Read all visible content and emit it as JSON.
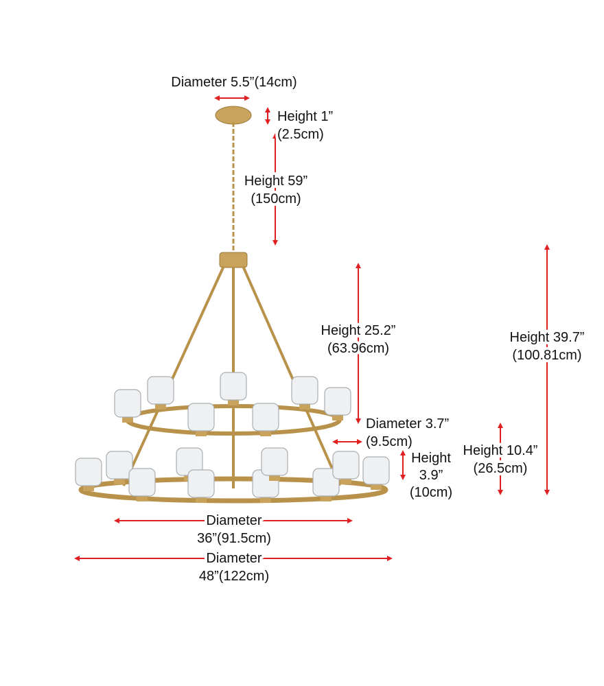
{
  "colors": {
    "arrow": "#e02020",
    "brass": "#b8924a",
    "text": "#111111"
  },
  "dimensions": {
    "canopy_diameter": {
      "line1": "Diameter 5.5”(14cm)"
    },
    "canopy_height": {
      "line1": "Height 1”",
      "line2": "(2.5cm)"
    },
    "chain_height": {
      "line1": "Height 59”",
      "line2": "(150cm)"
    },
    "body_height": {
      "line1": "Height 25.2”",
      "line2": "(63.96cm)"
    },
    "total_height": {
      "line1": "Height 39.7”",
      "line2": "(100.81cm)"
    },
    "shade_diameter": {
      "line1": "Diameter 3.7”",
      "line2": "(9.5cm)"
    },
    "shade_height": {
      "line1": "Height",
      "line2": "3.9”",
      "line3": "(10cm)"
    },
    "tier_height": {
      "line1": "Height 10.4”",
      "line2": "(26.5cm)"
    },
    "upper_ring_diameter": {
      "line1": "Diameter",
      "line2": "36”(91.5cm)"
    },
    "lower_ring_diameter": {
      "line1": "Diameter",
      "line2": "48”(122cm)"
    }
  }
}
